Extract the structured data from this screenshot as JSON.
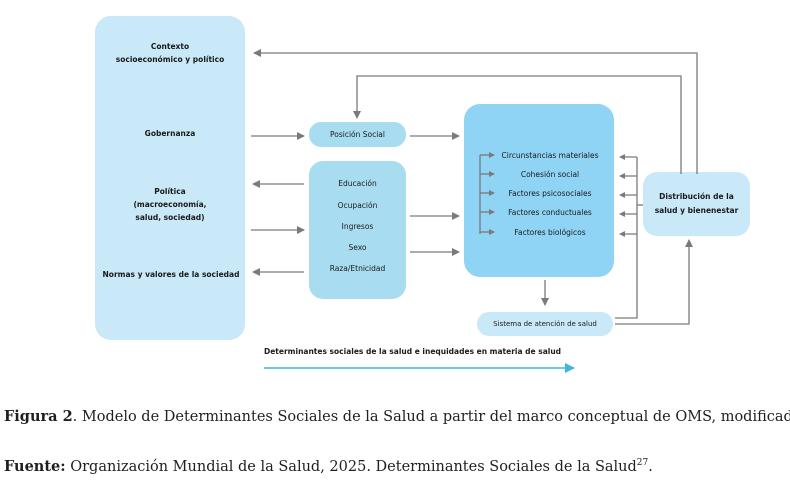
{
  "context": {
    "title_line1": "Contexto",
    "title_line2": "socioeconómico y político",
    "governance": "Gobernanza",
    "policy_line1": "Política",
    "policy_line2": "(macroeconomía,",
    "policy_line3": "salud, sociedad)",
    "norms": "Normas y valores de la sociedad"
  },
  "social_position": "Posición Social",
  "stratifiers": [
    "Educación",
    "Ocupación",
    "Ingresos",
    "Sexo",
    "Raza/Etnicidad"
  ],
  "intermediary": [
    "Circunstancias materiales",
    "Cohesión social",
    "Factores psicosociales",
    "Factores conductuales",
    "Factores biológicos"
  ],
  "distribution_line1": "Distribución de la",
  "distribution_line2": "salud y bienenestar",
  "health_system": "Sistema de atención de salud",
  "bottom_arrow_label": "Determinantes sociales de la salud e inequidades en materia de salud",
  "figure_caption": {
    "label": "Figura 2",
    "text": ". Modelo de Determinantes Sociales de la Salud a partir del marco conceptual de OMS, modificado."
  },
  "source_caption": {
    "label": "Fuente:",
    "text": " Organización Mundial de la Salud, 2025. Determinantes Sociales de la Salud",
    "sup": "27",
    "end": "."
  },
  "colors": {
    "light_box": "#c9e8f8",
    "mid_box": "#a8dcf1",
    "dark_box": "#8fd3f5",
    "arrow": "#7a7a7a",
    "bottom_arrow": "#3fb8d6"
  }
}
